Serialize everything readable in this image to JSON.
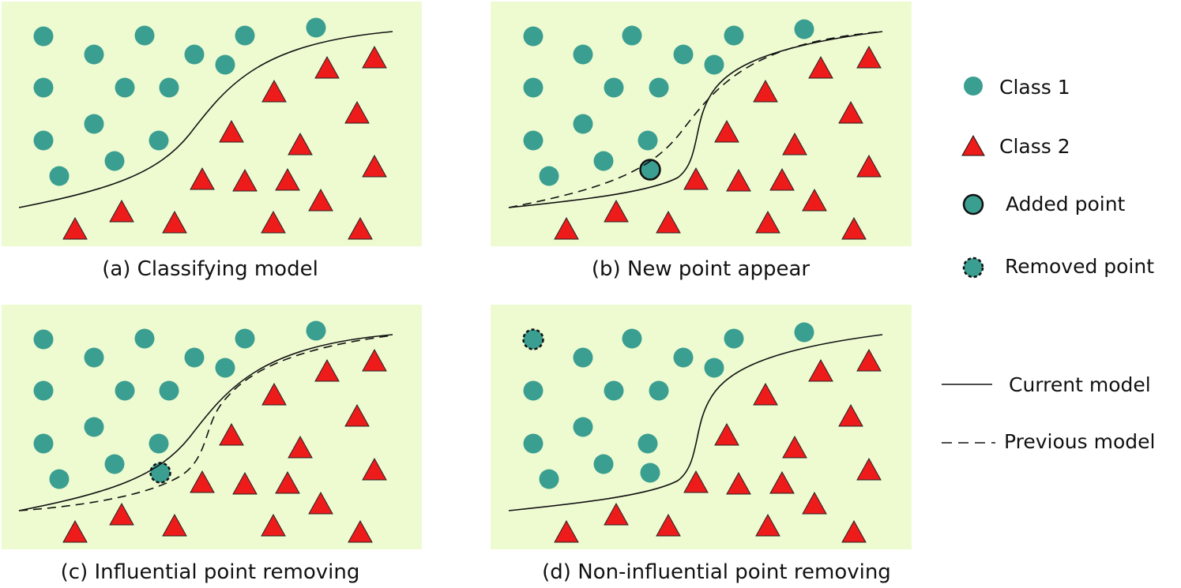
{
  "colors": {
    "panel_bg": "#eefbd1",
    "class1": "#3a9e91",
    "class2": "#ee1b1b",
    "line": "#111111"
  },
  "panels": [
    {
      "caption": "(a) Classifying model",
      "special_point": "none",
      "previous_model_shown": false
    },
    {
      "caption": "(b) New point appear",
      "special_point": "added",
      "previous_model_shown": true
    },
    {
      "caption": "(c) Influential point removing",
      "special_point": "removed",
      "previous_model_shown": true
    },
    {
      "caption": "(d) Non-influential point removing",
      "special_point": "removed",
      "previous_model_shown": false
    }
  ],
  "legend": {
    "class1": "Class 1",
    "class2": "Class 2",
    "added": "Added point",
    "removed": "Removed point",
    "current": "Current model",
    "previous": "Previous model"
  }
}
